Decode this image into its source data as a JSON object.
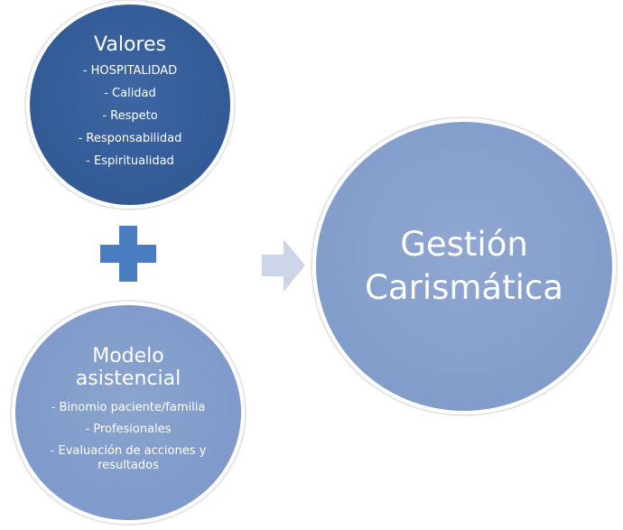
{
  "valores": {
    "title": "Valores",
    "items": [
      "- HOSPITALIDAD",
      "- Calidad",
      "- Respeto",
      "- Responsabilidad",
      "- Espiritualidad"
    ]
  },
  "modelo": {
    "title": "Modelo asistencial",
    "items": [
      "- Binomio paciente/familia",
      "- Profesionales",
      "- Evaluación de acciones y resultados"
    ]
  },
  "gestion": {
    "title": "Gestión Carismática"
  },
  "colors": {
    "dark_blue": "#325a95",
    "light_blue": "#839dcb",
    "plus": "#4a7cc0",
    "arrow": "#cdd6e8"
  },
  "icons": {
    "plus": "plus-icon",
    "arrow": "arrow-right-icon"
  }
}
